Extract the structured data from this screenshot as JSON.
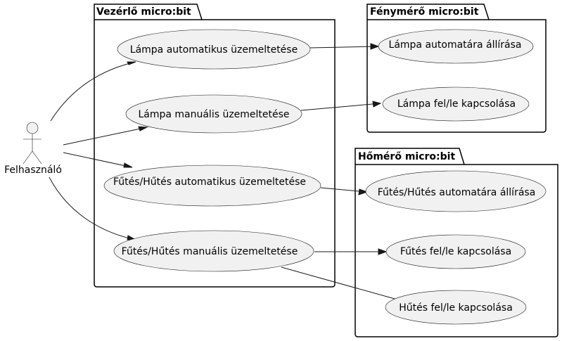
{
  "actor": {
    "label": "Felhasználó"
  },
  "packages": {
    "vezerlo": {
      "title": "Vezérlő micro:bit",
      "use_cases": {
        "lampa_auto": "Lámpa automatikus üzemeltetése",
        "lampa_manual": "Lámpa manuális üzemeltetése",
        "futes_auto": "Fűtés/Hűtés automatikus üzemeltetése",
        "futes_manual": "Fűtés/Hűtés manuális üzemeltetése"
      }
    },
    "fenymero": {
      "title": "Fénymérő micro:bit",
      "use_cases": {
        "lampa_automatara": "Lámpa automatára állírása",
        "lampa_felle": "Lámpa fel/le kapcsolása"
      }
    },
    "homero": {
      "title": "Hőmérő micro:bit",
      "use_cases": {
        "futes_automatara": "Fűtés/Hűtés automatára állírása",
        "futes_felle": "Fűtés fel/le kapcsolása",
        "hutes_felle": "Hűtés fel/le kapcsolása"
      }
    }
  }
}
